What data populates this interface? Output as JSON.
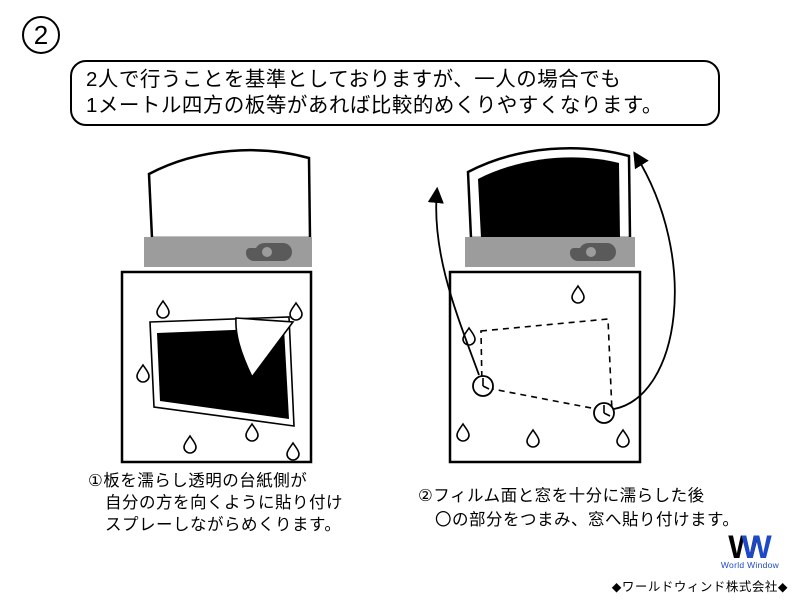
{
  "step": {
    "number": "2"
  },
  "bubble": {
    "line1": "2人で行うことを基準としておりますが、一人の場合でも",
    "line2": "1メートル四方の板等があれば比較的めくりやすくなります。"
  },
  "captions": {
    "left": [
      "①板を濡らし透明の台紙側が",
      "自分の方を向くように貼り付け",
      "スプレーしながらめくります。"
    ],
    "right": [
      "②フィルム面と窓を十分に濡らした後",
      "〇の部分をつまみ、窓へ貼り付けます。"
    ]
  },
  "logo": {
    "w1": "W",
    "w2": "W",
    "subtitle": "World Window"
  },
  "footer": {
    "company": "◆ワールドウィンド株式会社◆"
  },
  "colors": {
    "accent_blue": "#1b49c8",
    "stand_gray": "#9c9c9c",
    "spray_gray": "#5a5a5a",
    "ink": "#000000"
  }
}
